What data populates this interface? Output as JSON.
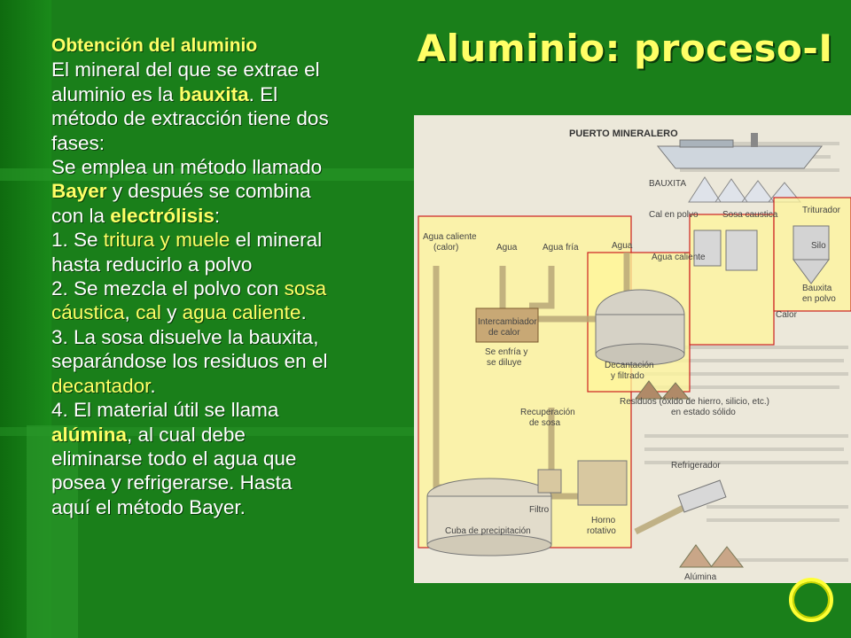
{
  "slide": {
    "title": "Aluminio: proceso-I",
    "subtitle": "Obtención del aluminio",
    "paragraph": [
      {
        "text": "El mineral del que se extrae el"
      },
      {
        "pre": "aluminio es la ",
        "hl": "bauxita",
        "post": ". El"
      },
      {
        "text": "método de extracción tiene dos"
      },
      {
        "text": "fases:"
      },
      {
        "text": "Se emplea un método llamado"
      },
      {
        "hl": "Bayer",
        "post": " y después se combina"
      },
      {
        "pre": "con la ",
        "hl": "electrólisis",
        "post": ":"
      },
      {
        "pre": "1. Se ",
        "hl": "tritura y muele",
        "post": " el mineral"
      },
      {
        "text": "hasta reducirlo a polvo"
      },
      {
        "pre": "2. Se mezcla el polvo con ",
        "hl": "sosa"
      },
      {
        "hl": "cáustica",
        "mid": ", ",
        "hl2": "cal",
        "mid2": " y ",
        "hl3": "agua caliente",
        "post": "."
      },
      {
        "text": "3. La sosa disuelve la bauxita,"
      },
      {
        "text": "separándose los residuos en el"
      },
      {
        "hl": "decantador",
        "post": "."
      },
      {
        "text": "4. El material útil se llama"
      },
      {
        "hl": "alúmina",
        "post": ", al cual debe"
      },
      {
        "text": "eliminarse todo el agua que"
      },
      {
        "text": "posea y refrigerarse. Hasta"
      },
      {
        "text": "aquí el método Bayer."
      }
    ]
  },
  "diagram": {
    "labels": {
      "puerto": "PUERTO MINERALERO",
      "bauxita": "BAUXITA",
      "cal_polvo": "Cal en polvo",
      "sosa_caustica": "Sosa caustica",
      "triturador": "Triturador",
      "silo": "Silo",
      "bauxita_polvo_1": "Bauxita",
      "bauxita_polvo_2": "en polvo",
      "calor": "Calor",
      "agua_caliente_1": "Agua caliente",
      "agua_caliente_2": "(calor)",
      "agua": "Agua",
      "agua_fria": "Agua fría",
      "agua_top": "Agua",
      "agua_caliente_mid": "Agua caliente",
      "intercambiador_1": "Intercambiador",
      "intercambiador_2": "de calor",
      "se_enfria_1": "Se enfría y",
      "se_enfria_2": "se diluye",
      "decantacion_1": "Decantación",
      "decantacion_2": "y filtrado",
      "residuos_1": "Residuos (óxido de hierro, silicio, etc.)",
      "residuos_2": "en estado sólido",
      "recuperacion_1": "Recuperación",
      "recuperacion_2": "de sosa",
      "refrigerador": "Refrigerador",
      "filtro": "Filtro",
      "horno_1": "Horno",
      "horno_2": "rotativo",
      "cuba": "Cuba de precipitación",
      "alumina": "Alúmina"
    },
    "colors": {
      "highlight_fill": "#fff59a",
      "highlight_border": "#cc2020",
      "background": "#ece8da"
    }
  },
  "ornament": {
    "icon": "circle-ring-icon"
  }
}
